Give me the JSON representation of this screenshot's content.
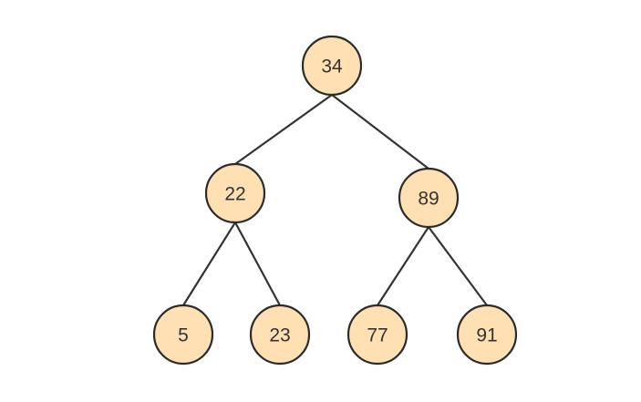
{
  "diagram": {
    "type": "binary-tree",
    "colors": {
      "node_fill": "#FFE0B2",
      "node_stroke": "#2b2b2b",
      "edge": "#333333",
      "text": "#333333"
    },
    "nodes": [
      {
        "id": "n34",
        "label": "34"
      },
      {
        "id": "n22",
        "label": "22"
      },
      {
        "id": "n89",
        "label": "89"
      },
      {
        "id": "n5",
        "label": "5"
      },
      {
        "id": "n23",
        "label": "23"
      },
      {
        "id": "n77",
        "label": "77"
      },
      {
        "id": "n91",
        "label": "91"
      }
    ],
    "edges": [
      {
        "from": "n34",
        "to": "n22"
      },
      {
        "from": "n34",
        "to": "n89"
      },
      {
        "from": "n22",
        "to": "n5"
      },
      {
        "from": "n22",
        "to": "n23"
      },
      {
        "from": "n89",
        "to": "n77"
      },
      {
        "from": "n89",
        "to": "n91"
      }
    ]
  }
}
